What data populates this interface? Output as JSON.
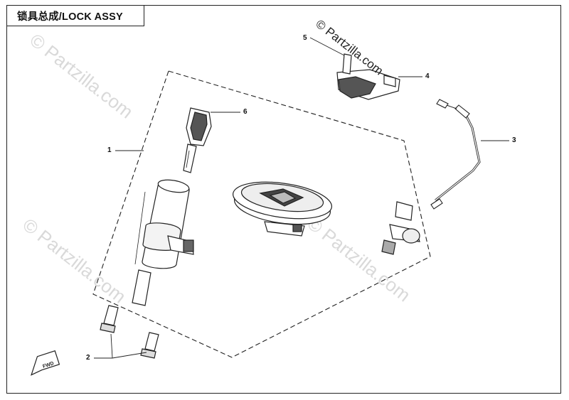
{
  "title": "锁具总成/LOCK ASSY",
  "callouts": [
    "1",
    "2",
    "3",
    "4",
    "5",
    "6"
  ],
  "watermark": "© Partzilla.com",
  "fwd_label": "FWD",
  "colors": {
    "line": "#222222",
    "watermark": "#d9d9d9",
    "background": "#ffffff"
  }
}
